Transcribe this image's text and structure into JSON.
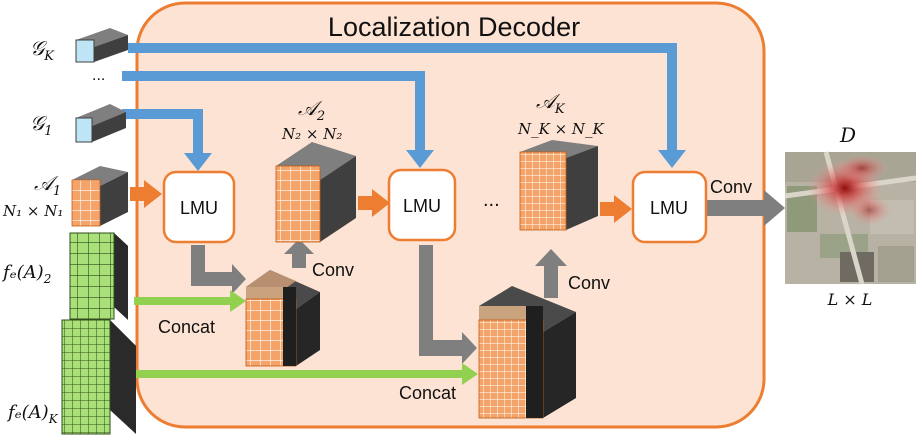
{
  "title": "Localization Decoder",
  "inputs": {
    "g_k": "𝒢",
    "g_k_sub": "K",
    "g_1": "𝒢",
    "g_1_sub": "1",
    "ellipsis_top": "...",
    "a_1": "𝒜",
    "a_1_sub": "1",
    "a_1_size": "N₁ × N₁",
    "fe_2": "fₑ(A)",
    "fe_2_sub": "2",
    "ellipsis_fe": "...",
    "fe_k": "fₑ(A)",
    "fe_k_sub": "K"
  },
  "modules": {
    "lmu_1": "LMU",
    "lmu_2": "LMU",
    "lmu_k": "LMU",
    "ellipsis_mid": "..."
  },
  "features": {
    "a_2": "𝒜",
    "a_2_sub": "2",
    "a_2_size": "N₂ × N₂",
    "a_k": "𝒜",
    "a_k_sub": "K",
    "a_k_size": "N_K × N_K"
  },
  "ops": {
    "conv_1": "Conv",
    "conv_2": "Conv",
    "conv_out": "Conv",
    "concat_1": "Concat",
    "concat_2": "Concat"
  },
  "output": {
    "d": "D",
    "size": "L × L"
  },
  "colors": {
    "decoder_fill": "#fde3d3",
    "decoder_border": "#ed7d31",
    "orange": "#ed7d31",
    "blue": "#5b9bd5",
    "green": "#92d050",
    "gray": "#7f7f7f",
    "dark": "#404040",
    "tan": "#c9a27e"
  }
}
